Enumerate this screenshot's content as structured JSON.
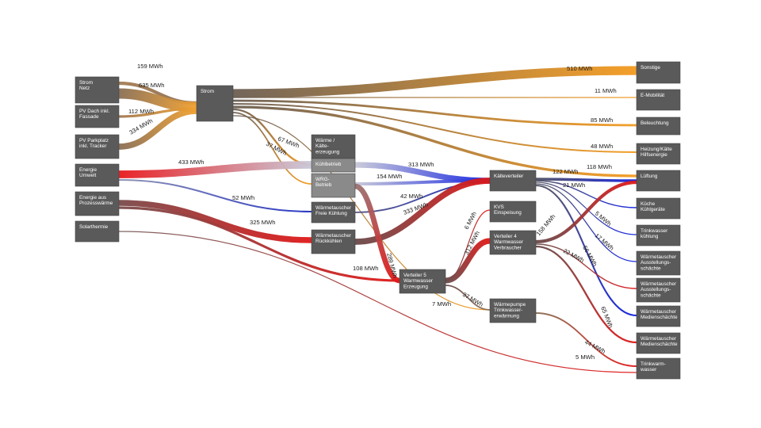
{
  "nodes": [
    {
      "id": "strom_netz",
      "lines": [
        "Strom",
        "Netz"
      ]
    },
    {
      "id": "pv_dach",
      "lines": [
        "PV Dach inkl.",
        "Fassade"
      ]
    },
    {
      "id": "pv_park",
      "lines": [
        "PV Parkplatz",
        "inkl. Tracker"
      ]
    },
    {
      "id": "energie_umwelt",
      "lines": [
        "Energie",
        "Umwelt"
      ]
    },
    {
      "id": "energie_prozess",
      "lines": [
        "Energie aus",
        "Prozesswärme"
      ]
    },
    {
      "id": "solarthermie",
      "lines": [
        "Solarthermie"
      ]
    },
    {
      "id": "strom",
      "lines": [
        "Strom"
      ]
    },
    {
      "id": "waerme_kaelte",
      "lines": [
        "Wärme /",
        "Kälte-",
        "erzeugung"
      ]
    },
    {
      "id": "kuehlbetrieb",
      "lines": [
        "Kühlbetrieb"
      ]
    },
    {
      "id": "wrg_betrieb",
      "lines": [
        "WRG-",
        "Betrieb"
      ]
    },
    {
      "id": "wt_freie",
      "lines": [
        "Wärmetauscher",
        "Freie Kühlung"
      ]
    },
    {
      "id": "wt_rueck",
      "lines": [
        "Wärmetauscher",
        "Rückkühlen"
      ]
    },
    {
      "id": "kaelteverteiler",
      "lines": [
        "Kälteverteiler"
      ]
    },
    {
      "id": "kvs",
      "lines": [
        "KVS",
        "Einspeisung"
      ]
    },
    {
      "id": "verteiler4",
      "lines": [
        "Verteiler 4",
        "Warmwasser",
        "Verbraucher"
      ]
    },
    {
      "id": "verteiler5",
      "lines": [
        "Verteiler 5",
        "Warmwasser",
        "Erzeugung"
      ]
    },
    {
      "id": "wp_tw",
      "lines": [
        "Wärmepumpe",
        "Trinkwasser-",
        "erwärmung"
      ]
    },
    {
      "id": "sonstige",
      "lines": [
        "Sonstige"
      ]
    },
    {
      "id": "emob",
      "lines": [
        "E-Mobilität"
      ]
    },
    {
      "id": "beleuchtung",
      "lines": [
        "Beleuchtung"
      ]
    },
    {
      "id": "heizung",
      "lines": [
        "Heizung/Kälte",
        "Hilfsenergie"
      ]
    },
    {
      "id": "lueftung",
      "lines": [
        "Lüftung"
      ]
    },
    {
      "id": "kueche",
      "lines": [
        "Küche",
        "Kühlgeräte"
      ]
    },
    {
      "id": "trinkwasserkuehlung",
      "lines": [
        "Trinkwasser",
        "kühlung"
      ]
    },
    {
      "id": "wt_ausst1",
      "lines": [
        "Wärmetauscher",
        "Ausstellungs-",
        "schächte"
      ]
    },
    {
      "id": "wt_ausst2",
      "lines": [
        "Wärmetauscher",
        "Ausstellungs-",
        "schächte"
      ]
    },
    {
      "id": "wt_medien1",
      "lines": [
        "Wärmetauscher",
        "Medienschächte"
      ]
    },
    {
      "id": "wt_medien2",
      "lines": [
        "Wärmetauscher",
        "Medienschächte"
      ]
    },
    {
      "id": "trinkwarmwasser",
      "lines": [
        "Trinkwarm-",
        "wasser"
      ]
    }
  ],
  "flows": [
    {
      "from": "strom_netz",
      "to": "strom",
      "label": "159 MWh",
      "value": 159,
      "c1": "#a67c52",
      "c2": "#8a6f55"
    },
    {
      "from": "strom_netz",
      "to": "strom",
      "label": "635 MWh",
      "value": 635,
      "c1": "#8a6f55",
      "c2": "#f0a030"
    },
    {
      "from": "pv_dach",
      "to": "strom",
      "label": "112 MWh",
      "value": 112,
      "c1": "#a07850",
      "c2": "#f0a030"
    },
    {
      "from": "pv_park",
      "to": "strom",
      "label": "334 MWh",
      "value": 334,
      "c1": "#8a6f55",
      "c2": "#f0a030"
    },
    {
      "from": "strom",
      "to": "sonstige",
      "label": "510 MWh",
      "value": 510,
      "c1": "#6b5e52",
      "c2": "#f39a1e"
    },
    {
      "from": "strom",
      "to": "emob",
      "label": "11 MWh",
      "value": 11,
      "c1": "#6b5e52",
      "c2": "#f39a1e"
    },
    {
      "from": "strom",
      "to": "beleuchtung",
      "label": "85 MWh",
      "value": 85,
      "c1": "#6b5e52",
      "c2": "#f39a1e"
    },
    {
      "from": "strom",
      "to": "heizung",
      "label": "48 MWh",
      "value": 48,
      "c1": "#6b5e52",
      "c2": "#f39a1e"
    },
    {
      "from": "strom",
      "to": "lueftung",
      "label": "118 MWh",
      "value": 118,
      "c1": "#6b5e52",
      "c2": "#f39a1e"
    },
    {
      "from": "strom",
      "to": "kuehlbetrieb",
      "label": "67 MWh",
      "value": 67,
      "c1": "#6b5e52",
      "c2": "#f39a1e"
    },
    {
      "from": "strom",
      "to": "wrg_betrieb",
      "label": "37 MWh",
      "value": 37,
      "c1": "#6b5e52",
      "c2": "#f39a1e"
    },
    {
      "from": "strom",
      "to": "wp_tw",
      "label": "7 MWh",
      "value": 7,
      "c1": "#6b5e52",
      "c2": "#f39a1e"
    },
    {
      "from": "energie_umwelt",
      "to": "kuehlbetrieb",
      "label": "433 MWh",
      "value": 433,
      "c1": "#e8181c",
      "c2": "#c8c8d8"
    },
    {
      "from": "energie_umwelt",
      "to": "wt_freie",
      "label": "52 MWh",
      "value": 52,
      "c1": "#8a8fb0",
      "c2": "#2030c0"
    },
    {
      "from": "kuehlbetrieb",
      "to": "kaelteverteiler",
      "label": "313 MWh",
      "value": 313,
      "c1": "#c8c8d8",
      "c2": "#1020e0"
    },
    {
      "from": "wrg_betrieb",
      "to": "kaelteverteiler",
      "label": "154 MWh",
      "value": 154,
      "c1": "#c8c8d8",
      "c2": "#1020e0"
    },
    {
      "from": "wt_freie",
      "to": "kaelteverteiler",
      "label": "42 MWh",
      "value": 42,
      "c1": "#505080",
      "c2": "#2030c0"
    },
    {
      "from": "energie_prozess",
      "to": "wt_rueck",
      "label": "325 MWh",
      "value": 325,
      "c1": "#7a4a4a",
      "c2": "#e01818"
    },
    {
      "from": "energie_prozess",
      "to": "verteiler5",
      "label": "108 MWh",
      "value": 108,
      "c1": "#7a4a4a",
      "c2": "#e01818"
    },
    {
      "from": "wt_rueck",
      "to": "kaelteverteiler",
      "label": "333 MWh",
      "value": 333,
      "c1": "#6a4a4a",
      "c2": "#e01818"
    },
    {
      "from": "wrg_betrieb",
      "to": "verteiler5",
      "label": "289 MWh",
      "value": 289,
      "c1": "#9a7070",
      "c2": "#e01818"
    },
    {
      "from": "verteiler5",
      "to": "kvs",
      "label": "6 MWh",
      "value": 6,
      "c1": "#6a4a4a",
      "c2": "#e01818"
    },
    {
      "from": "verteiler5",
      "to": "verteiler4",
      "label": "312 MWh",
      "value": 312,
      "c1": "#6a4a4a",
      "c2": "#e01818"
    },
    {
      "from": "verteiler5",
      "to": "wp_tw",
      "label": "37 MWh",
      "value": 37,
      "c1": "#6a4a4a",
      "c2": "#8a6f55"
    },
    {
      "from": "kaelteverteiler",
      "to": "lueftung",
      "label": "122 MWh",
      "value": 122,
      "c1": "#505060",
      "c2": "#1020e0"
    },
    {
      "from": "kaelteverteiler",
      "to": "kueche",
      "label": "21 MWh",
      "value": 21,
      "c1": "#505060",
      "c2": "#1020e0"
    },
    {
      "from": "kaelteverteiler",
      "to": "trinkwasserkuehlung",
      "label": "5 MWh",
      "value": 5,
      "c1": "#505060",
      "c2": "#1020e0"
    },
    {
      "from": "kaelteverteiler",
      "to": "wt_ausst1",
      "label": "17 MWh",
      "value": 17,
      "c1": "#505060",
      "c2": "#1020e0"
    },
    {
      "from": "kaelteverteiler",
      "to": "wt_medien1",
      "label": "56 MWh",
      "value": 56,
      "c1": "#505060",
      "c2": "#1020e0"
    },
    {
      "from": "verteiler4",
      "to": "lueftung",
      "label": "158 MWh",
      "value": 158,
      "c1": "#6a4a4a",
      "c2": "#e01818"
    },
    {
      "from": "verteiler4",
      "to": "wt_ausst2",
      "label": "22 MWh",
      "value": 22,
      "c1": "#6a4a4a",
      "c2": "#e01818"
    },
    {
      "from": "verteiler4",
      "to": "wt_medien2",
      "label": "65 MWh",
      "value": 65,
      "c1": "#6a4a4a",
      "c2": "#e01818"
    },
    {
      "from": "wp_tw",
      "to": "trinkwarmwasser",
      "label": "44 MWh",
      "value": 44,
      "c1": "#8a6f55",
      "c2": "#e01818"
    },
    {
      "from": "solarthermie",
      "to": "trinkwarmwasser",
      "label": "5 MWh",
      "value": 5,
      "c1": "#7a5a5a",
      "c2": "#e01818"
    }
  ]
}
